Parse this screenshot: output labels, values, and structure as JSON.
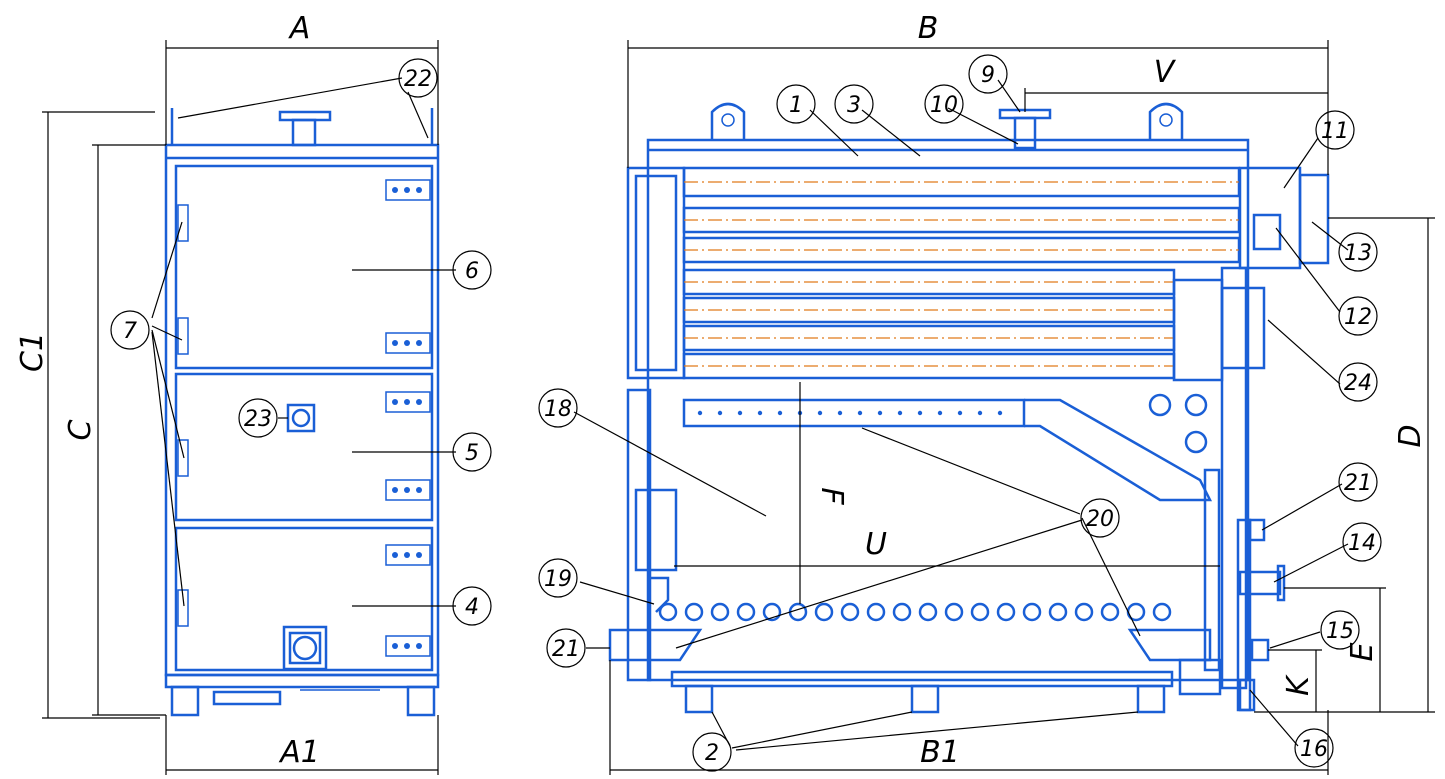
{
  "dimensions": {
    "A": "A",
    "A1": "A1",
    "B": "B",
    "B1": "B1",
    "C": "C",
    "C1": "C1",
    "D": "D",
    "E": "E",
    "F": "F",
    "K": "K",
    "U": "U",
    "V": "V"
  },
  "callouts": {
    "c1": "1",
    "c2": "2",
    "c3": "3",
    "c4": "4",
    "c5": "5",
    "c6": "6",
    "c7": "7",
    "c9": "9",
    "c10": "10",
    "c11": "11",
    "c12": "12",
    "c13": "13",
    "c14": "14",
    "c15": "15",
    "c16": "16",
    "c18": "18",
    "c19": "19",
    "c20": "20",
    "c21a": "21",
    "c21b": "21",
    "c22": "22",
    "c23": "23",
    "c24": "24"
  },
  "colors": {
    "drawing": "#1a5fd6",
    "axis": "#e07a1a",
    "dimension": "#000000"
  }
}
